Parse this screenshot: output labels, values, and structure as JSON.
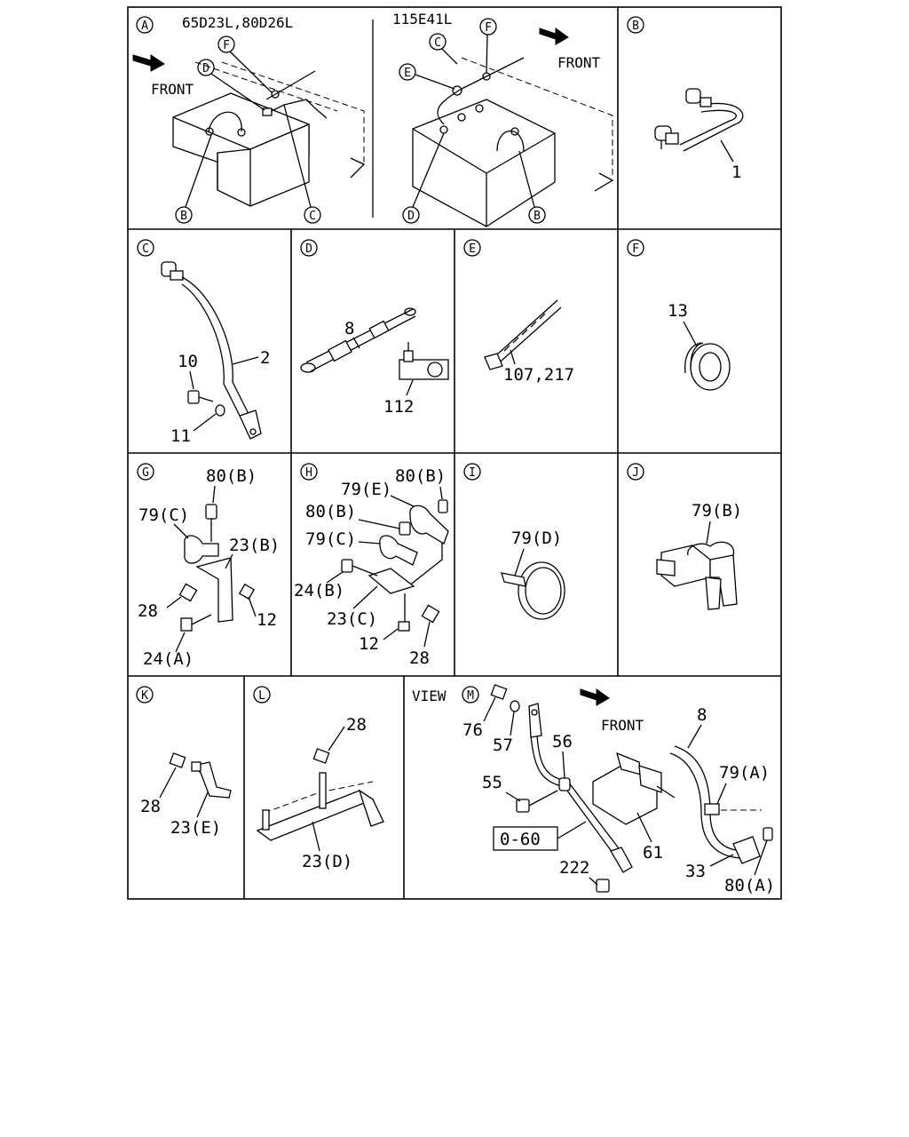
{
  "panels": {
    "A": {
      "letter": "A",
      "title_left": "65D23L,80D26L",
      "title_right": "115E41L",
      "front_left": "FRONT",
      "front_right": "FRONT",
      "callouts": [
        "F",
        "D",
        "B",
        "C",
        "C",
        "F",
        "E",
        "D",
        "B"
      ]
    },
    "B": {
      "letter": "B",
      "parts": [
        "1"
      ]
    },
    "C": {
      "letter": "C",
      "parts": [
        "2",
        "10",
        "11"
      ]
    },
    "D": {
      "letter": "D",
      "parts": [
        "8",
        "112"
      ]
    },
    "E": {
      "letter": "E",
      "parts": [
        "107,217"
      ]
    },
    "F": {
      "letter": "F",
      "parts": [
        "13"
      ]
    },
    "G": {
      "letter": "G",
      "parts": [
        "80(B)",
        "79(C)",
        "23(B)",
        "28",
        "12",
        "24(A)"
      ]
    },
    "H": {
      "letter": "H",
      "parts": [
        "80(B)",
        "79(E)",
        "80(B)",
        "79(C)",
        "24(B)",
        "23(C)",
        "12",
        "28"
      ]
    },
    "I": {
      "letter": "I",
      "parts": [
        "79(D)"
      ]
    },
    "J": {
      "letter": "J",
      "parts": [
        "79(B)"
      ]
    },
    "K": {
      "letter": "K",
      "parts": [
        "28",
        "23(E)"
      ]
    },
    "L": {
      "letter": "L",
      "parts": [
        "28",
        "23(D)"
      ]
    },
    "M": {
      "letter": "M",
      "view_label": "VIEW",
      "front": "FRONT",
      "boxed_ref": "0-60",
      "parts": [
        "76",
        "57",
        "56",
        "8",
        "55",
        "79(A)",
        "61",
        "222",
        "33",
        "80(A)"
      ]
    }
  }
}
